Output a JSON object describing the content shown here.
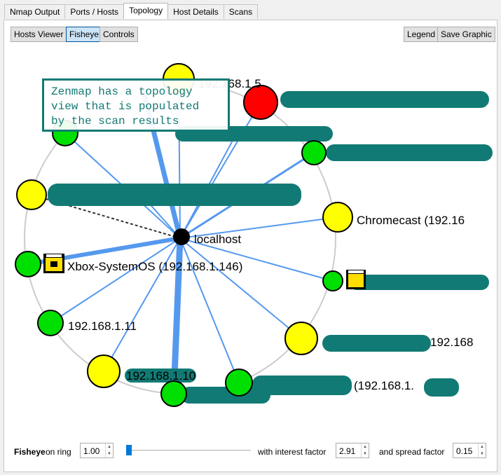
{
  "tabs": [
    "Nmap Output",
    "Ports / Hosts",
    "Topology",
    "Host Details",
    "Scans"
  ],
  "active_tab": "Topology",
  "toolbar": {
    "hosts_viewer": "Hosts Viewer",
    "fisheye": "Fisheye",
    "controls": "Controls",
    "legend": "Legend",
    "save_graphic": "Save Graphic"
  },
  "callout": {
    "line1": "Zenmap has a topology",
    "line2": "view that is populated",
    "line3": "by the scan results"
  },
  "center": {
    "label": "localhost"
  },
  "nodes": [
    {
      "id": "n1",
      "label": "192.168.1.5",
      "color": "#ffff00"
    },
    {
      "id": "n2",
      "label": "",
      "color": "#ff0000"
    },
    {
      "id": "n3",
      "label": "",
      "color": "#00e000"
    },
    {
      "id": "n4",
      "label": "Chromecast (192.16",
      "color": "#ffff00"
    },
    {
      "id": "n5",
      "label": "",
      "color": "#00e000"
    },
    {
      "id": "n6",
      "label": "192.168",
      "color": "#ffff00"
    },
    {
      "id": "n7",
      "label": "(192.168.1.",
      "color": "#00e000"
    },
    {
      "id": "n8",
      "label": "",
      "color": "#00e000"
    },
    {
      "id": "n9",
      "label": "192.168.1.10",
      "color": "#ffff00"
    },
    {
      "id": "n10",
      "label": "192.168.1.11",
      "color": "#00e000"
    },
    {
      "id": "n11",
      "label": "Xbox-SystemOS (192.168.1.146)",
      "color": "#00e000"
    },
    {
      "id": "n12",
      "label": "",
      "color": "#ffff00"
    },
    {
      "id": "n13",
      "label": "",
      "color": "#00e000"
    }
  ],
  "bottom": {
    "fisheye_label": "Fisheye",
    "on_ring_label": "on ring",
    "ring_value": "1.00",
    "ring_slider_fraction": 0,
    "interest_label": "with interest factor",
    "interest_value": "2.91",
    "spread_label": "and spread factor",
    "spread_value": "0.15"
  },
  "colors": {
    "edge": "#5599ee",
    "ring": "#cccccc",
    "redaction": "#127a74",
    "accent": "#0078d7"
  }
}
